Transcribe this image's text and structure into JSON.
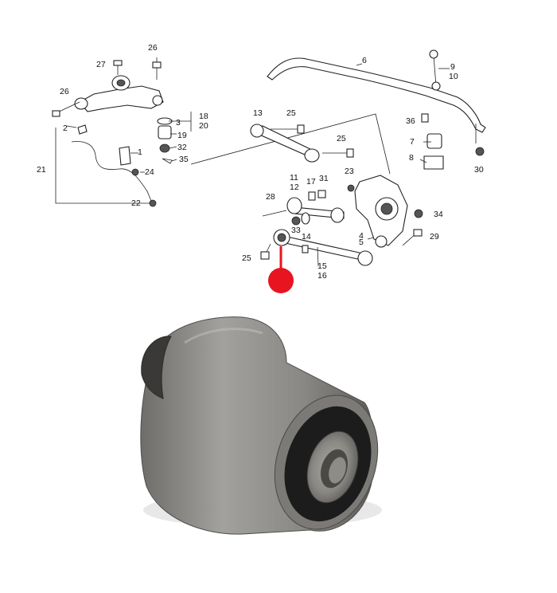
{
  "diagram": {
    "callouts": {
      "c1": "1",
      "c2": "2",
      "c3": "3",
      "c4": "4",
      "c5": "5",
      "c6": "6",
      "c7": "7",
      "c8": "8",
      "c9": "9",
      "c10": "10",
      "c11": "11",
      "c12": "12",
      "c13": "13",
      "c14": "14",
      "c15": "15",
      "c16": "16",
      "c17": "17",
      "c18": "18",
      "c19": "19",
      "c20": "20",
      "c21": "21",
      "c22": "22",
      "c23": "23",
      "c24": "24",
      "c25a": "25",
      "c25b": "25",
      "c25c": "25",
      "c26a": "26",
      "c26b": "26",
      "c27": "27",
      "c28": "28",
      "c29": "29",
      "c30": "30",
      "c31": "31",
      "c32": "32",
      "c33": "33",
      "c34": "34",
      "c35": "35",
      "c36": "36"
    },
    "highlight_color": "#e8141f"
  },
  "photo": {
    "subject": "bushing-icon",
    "body_color": "#8d8b87",
    "rubber_color": "#1c1c1c"
  }
}
